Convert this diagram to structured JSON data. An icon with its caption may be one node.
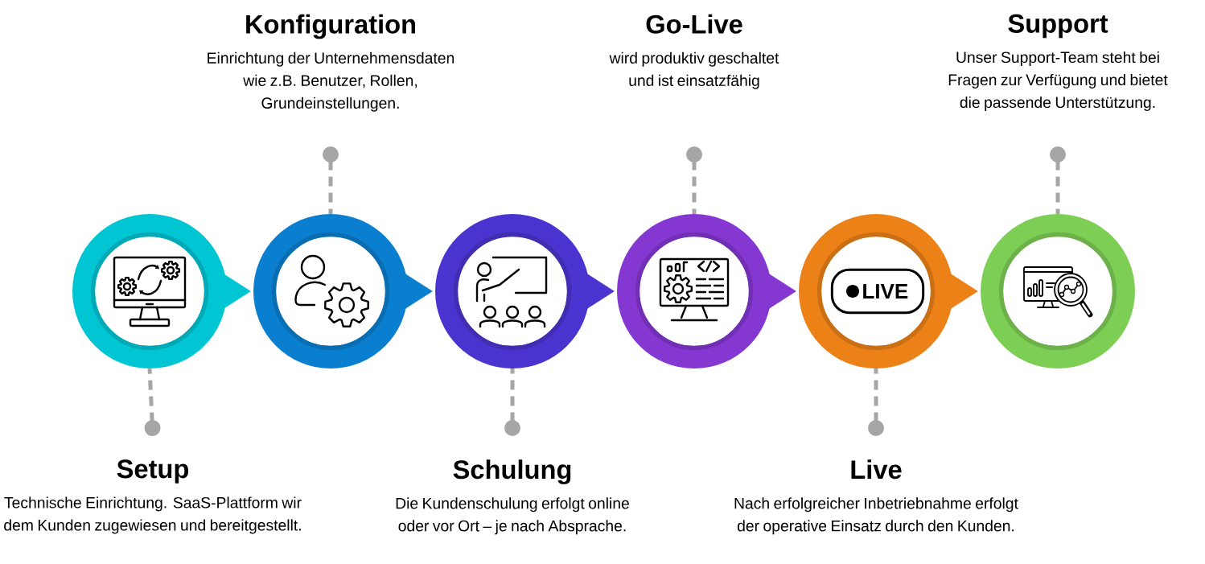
{
  "diagram": {
    "nodes": [
      {
        "text": [
          "Konfiguration",
          "Einrichtung der Unternehmensdaten wie z.B. Benutzer, Rollen, Grundeinstellungen."
        ]
      },
      {
        "text": [
          "Go-Live",
          "wird produktiv geschaltet und ist einsatzfähig"
        ]
      },
      {
        "text": [
          "Support",
          "Unser Support-Team steht bei Fragen zur Verfügung und bietet die passende Unterstützung."
        ]
      },
      {
        "text": [],
        "shape": "circle"
      },
      {
        "text": [],
        "shape": "circle"
      },
      {
        "text": [],
        "shape": "circle"
      },
      {
        "text": [],
        "shape": "circle"
      },
      {
        "text": [],
        "shape": "circle"
      },
      {
        "text": [
          "LIVE"
        ],
        "in": 7
      },
      {
        "text": [],
        "shape": "circle"
      },
      {
        "text": [
          "Setup",
          "Technische Einrichtung. SaaS-Plattform wir dem Kunden zugewiesen und bereitgestellt."
        ]
      },
      {
        "text": [
          "Schulung",
          "Die Kundenschulung erfolgt online oder vor Ort – je nach Absprache."
        ]
      },
      {
        "text": [
          "Live",
          "Nach erfolgreicher Inbetriebnahme erfolgt der operative Einsatz durch den Kunden."
        ]
      }
    ],
    "edges": [
      {
        "from": 3,
        "to": 4,
        "arrow": "to",
        "color": "#00c5d3"
      },
      {
        "from": 4,
        "to": 5,
        "arrow": "to",
        "color": "#0b7fcf"
      },
      {
        "from": 5,
        "to": 6,
        "arrow": "to",
        "color": "#4a34cf"
      },
      {
        "from": 6,
        "to": 7,
        "arrow": "to",
        "color": "#8437d1"
      },
      {
        "from": 7,
        "to": 9,
        "arrow": "to",
        "color": "#ec8118"
      },
      {
        "from": 10,
        "to": 3,
        "arrow": "other",
        "style": "dashed"
      },
      {
        "from": 0,
        "to": 4,
        "arrow": "other",
        "style": "dashed"
      },
      {
        "from": 11,
        "to": 5,
        "arrow": "other",
        "style": "dashed"
      },
      {
        "from": 1,
        "to": 6,
        "arrow": "other",
        "style": "dashed"
      },
      {
        "from": 12,
        "to": 7,
        "arrow": "other",
        "style": "dashed"
      },
      {
        "from": 2,
        "to": 9,
        "arrow": "other",
        "style": "dashed"
      }
    ]
  }
}
